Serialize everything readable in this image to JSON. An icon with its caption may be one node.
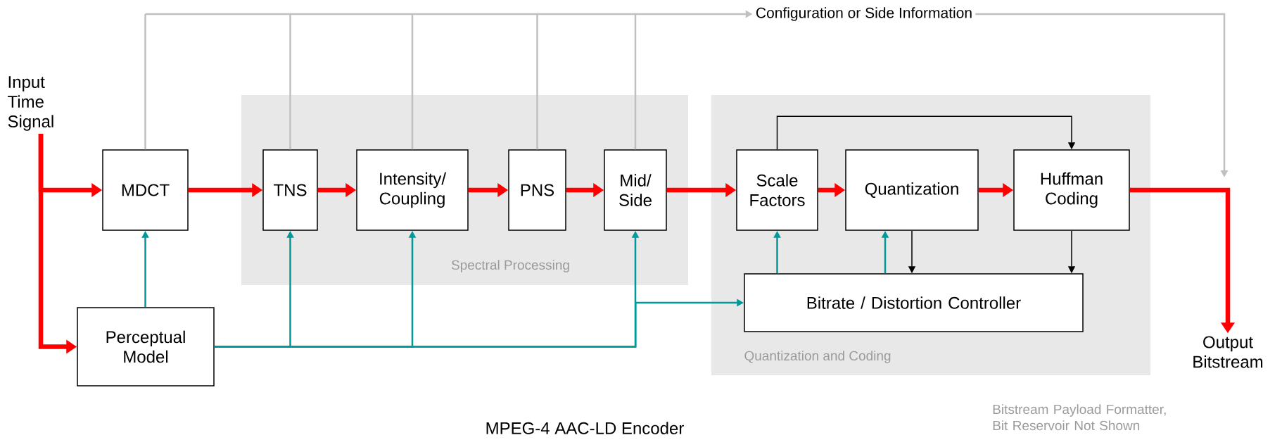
{
  "diagram": {
    "caption": "MPEG-4 AAC-LD Encoder",
    "nodes": [
      {
        "text": [
          "Spectral Processing"
        ]
      },
      {
        "text": [
          "Quantization and Coding"
        ]
      },
      {
        "text": [
          "Input Time Signal"
        ]
      },
      {
        "text": [
          "MDCT"
        ]
      },
      {
        "text": [
          "Perceptual Model"
        ]
      },
      {
        "text": [
          "TNS"
        ],
        "in": 0
      },
      {
        "text": [
          "Intensity/ Coupling"
        ],
        "in": 0
      },
      {
        "text": [
          "PNS"
        ],
        "in": 0
      },
      {
        "text": [
          "Mid/ Side"
        ],
        "in": 0
      },
      {
        "text": [
          "Scale Factors"
        ],
        "in": 1
      },
      {
        "text": [
          "Quantization"
        ],
        "in": 1
      },
      {
        "text": [
          "Huffman Coding"
        ],
        "in": 1
      },
      {
        "text": [
          "Bitrate / Distortion Controller"
        ],
        "in": 1
      },
      {
        "text": [
          "Configuration or Side Information"
        ]
      },
      {
        "text": [
          "Output Bitstream"
        ]
      }
    ],
    "edges": [
      {
        "from": 2,
        "to": 3,
        "arrow": "to",
        "style": "thick",
        "color": "#ff0000"
      },
      {
        "from": 2,
        "to": 4,
        "arrow": "to",
        "style": "thick",
        "color": "#ff0000"
      },
      {
        "from": 3,
        "to": 5,
        "arrow": "to",
        "style": "thick",
        "color": "#ff0000"
      },
      {
        "from": 5,
        "to": 6,
        "arrow": "to",
        "style": "thick",
        "color": "#ff0000"
      },
      {
        "from": 6,
        "to": 7,
        "arrow": "to",
        "style": "thick",
        "color": "#ff0000"
      },
      {
        "from": 7,
        "to": 8,
        "arrow": "to",
        "style": "thick",
        "color": "#ff0000"
      },
      {
        "from": 8,
        "to": 9,
        "arrow": "to",
        "style": "thick",
        "color": "#ff0000"
      },
      {
        "from": 9,
        "to": 10,
        "arrow": "to",
        "style": "thick",
        "color": "#ff0000"
      },
      {
        "from": 10,
        "to": 11,
        "arrow": "to",
        "style": "thick",
        "color": "#ff0000"
      },
      {
        "from": 11,
        "to": 14,
        "arrow": "to",
        "style": "thick",
        "color": "#ff0000"
      },
      {
        "from": 3,
        "to": 13,
        "arrow": "to",
        "color": "#c0c0c0"
      },
      {
        "from": 5,
        "to": 13,
        "arrow": "to",
        "color": "#c0c0c0"
      },
      {
        "from": 6,
        "to": 13,
        "arrow": "to",
        "color": "#c0c0c0"
      },
      {
        "from": 7,
        "to": 13,
        "arrow": "to",
        "color": "#c0c0c0"
      },
      {
        "from": 8,
        "to": 13,
        "arrow": "to",
        "color": "#c0c0c0"
      },
      {
        "from": 13,
        "to": null,
        "arrow": "to",
        "color": "#c0c0c0"
      },
      {
        "from": 4,
        "to": 3,
        "arrow": "to",
        "color": "#009999"
      },
      {
        "from": 4,
        "to": 5,
        "arrow": "to",
        "color": "#009999"
      },
      {
        "from": 4,
        "to": 6,
        "arrow": "to",
        "color": "#009999"
      },
      {
        "from": 4,
        "to": 8,
        "arrow": "to",
        "color": "#009999"
      },
      {
        "from": 4,
        "to": 12,
        "arrow": "to",
        "color": "#009999"
      },
      {
        "from": 12,
        "to": 9,
        "arrow": "to",
        "color": "#009999"
      },
      {
        "from": 12,
        "to": 10,
        "arrow": "to",
        "color": "#009999"
      },
      {
        "from": 9,
        "to": 11,
        "arrow": "to",
        "color": "#000000"
      },
      {
        "from": 10,
        "to": 12,
        "arrow": "to",
        "color": "#000000"
      },
      {
        "from": 11,
        "to": 12,
        "arrow": "to",
        "color": "#000000"
      }
    ],
    "labels": [
      "Bitstream Payload Formatter, Bit Reservoir Not Shown"
    ]
  }
}
